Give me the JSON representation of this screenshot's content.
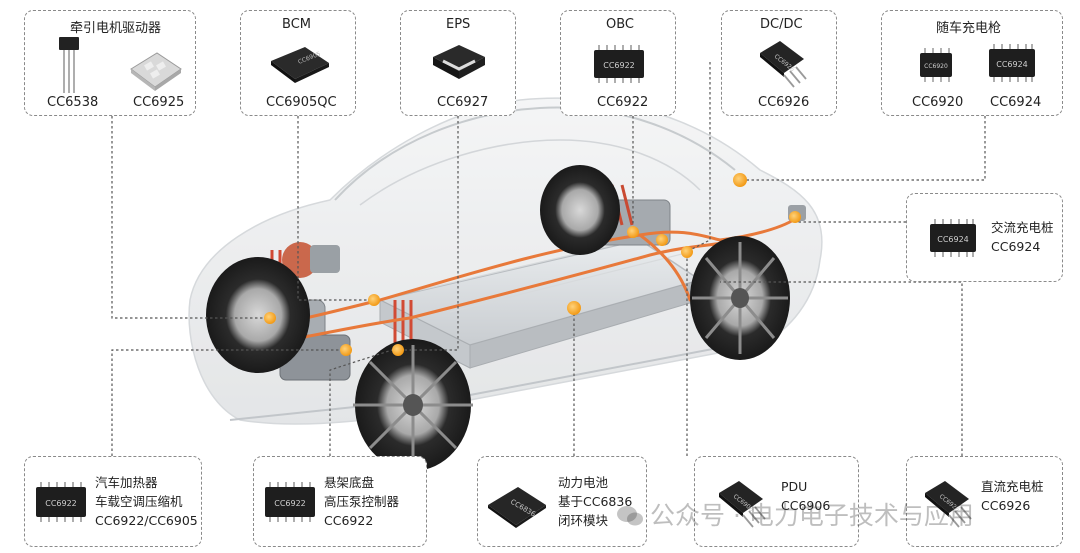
{
  "colors": {
    "accent": "#f5a623",
    "cable": "#e8793a",
    "line": "#555555",
    "border": "#8a8a8a"
  },
  "boxes": {
    "traction": {
      "title": "牵引电机驱动器",
      "chips": [
        {
          "label": "CC6538"
        },
        {
          "label": "CC6925"
        }
      ]
    },
    "bcm": {
      "title": "BCM",
      "chips": [
        {
          "label": "CC6905QC",
          "marking": "CC6905"
        }
      ]
    },
    "eps": {
      "title": "EPS",
      "chips": [
        {
          "label": "CC6927"
        }
      ]
    },
    "obc": {
      "title": "OBC",
      "chips": [
        {
          "label": "CC6922",
          "marking": "CC6922"
        }
      ]
    },
    "dcdc": {
      "title": "DC/DC",
      "chips": [
        {
          "label": "CC6926",
          "marking": "CC6926"
        }
      ]
    },
    "gun": {
      "title": "随车充电枪",
      "chips": [
        {
          "label": "CC6920",
          "marking": "CC6920"
        },
        {
          "label": "CC6924",
          "marking": "CC6924"
        }
      ]
    },
    "ac_pile": {
      "lines": [
        "交流充电桩",
        "CC6924"
      ],
      "marking": "CC6924"
    },
    "heater": {
      "lines": [
        "汽车加热器",
        "车载空调压缩机",
        "CC6922/CC6905"
      ],
      "marking": "CC6922"
    },
    "suspension": {
      "lines": [
        "悬架底盘",
        "高压泵控制器",
        "CC6922"
      ],
      "marking": "CC6922"
    },
    "battery": {
      "lines": [
        "动力电池",
        "基于CC6836",
        "闭环模块"
      ],
      "marking": "CC6836"
    },
    "pdu": {
      "lines": [
        "PDU",
        "CC6906"
      ],
      "marking": "CC6906"
    },
    "dc_pile": {
      "lines": [
        "直流充电桩",
        "CC6926"
      ],
      "marking": "CC6926"
    }
  },
  "watermark": {
    "text": "公众号 · 电力电子技术与应用"
  }
}
